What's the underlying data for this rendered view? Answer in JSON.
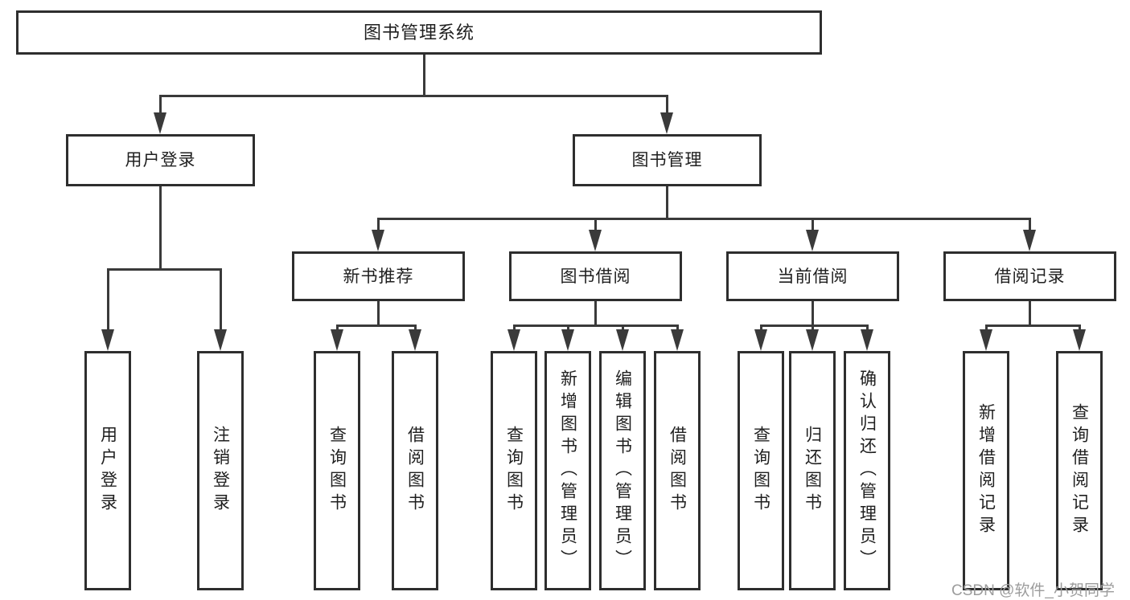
{
  "watermark": "CSDN @软件_小贺同学",
  "colors": {
    "line": "#3a3a3a",
    "border": "#2e2e2e",
    "text": "#1f1f1f",
    "watermark": "#9c9c9c",
    "background": "#ffffff"
  },
  "tree": {
    "root": "图书管理系统",
    "branches": [
      {
        "label": "用户登录",
        "leaves": [
          "用户登录",
          "注销登录"
        ]
      },
      {
        "label": "图书管理",
        "children": [
          {
            "label": "新书推荐",
            "leaves": [
              "查询图书",
              "借阅图书"
            ]
          },
          {
            "label": "图书借阅",
            "leaves": [
              "查询图书",
              "新增图书（管理员）",
              "编辑图书（管理员）",
              "借阅图书"
            ]
          },
          {
            "label": "当前借阅",
            "leaves": [
              "查询图书",
              "归还图书",
              "确认归还（管理员）"
            ]
          },
          {
            "label": "借阅记录",
            "leaves": [
              "新增借阅记录",
              "查询借阅记录"
            ]
          }
        ]
      }
    ]
  }
}
